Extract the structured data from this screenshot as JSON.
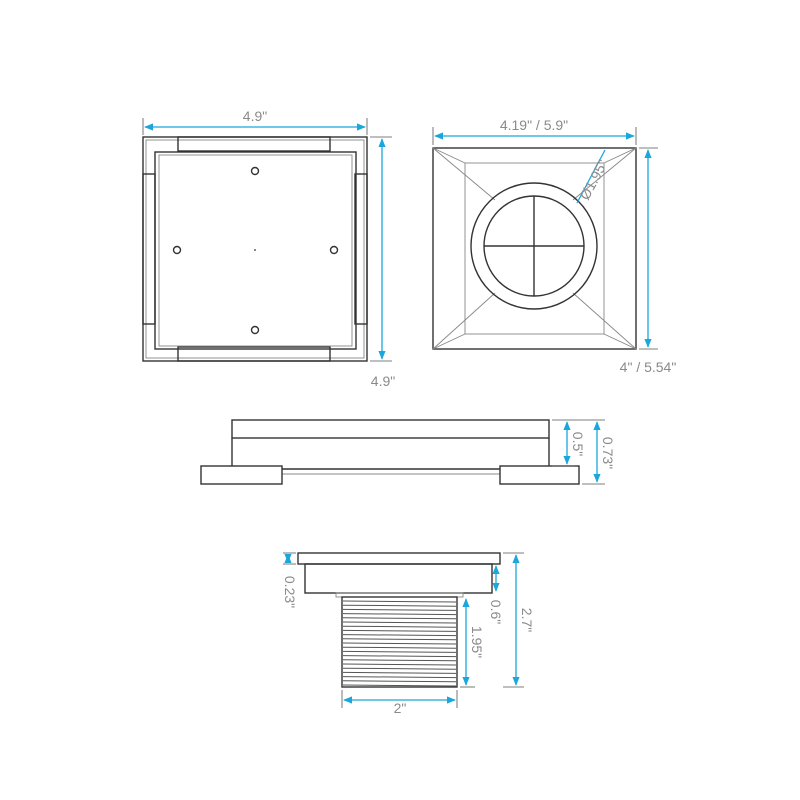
{
  "top_view": {
    "width_label": "4.9\"",
    "height_label": "4.9\""
  },
  "grate_view": {
    "width_label": "4.19\" / 5.9\"",
    "height_label": "4\" / 5.54\"",
    "diameter_label": "Ø1.95\""
  },
  "side_view": {
    "plate_label": "0.5\"",
    "total_label": "0.73\""
  },
  "body_view": {
    "plate_label": "0.23\"",
    "neck_label": "0.6\"",
    "thread_label": "1.95\"",
    "total_label": "2.7\"",
    "width_label": "2\""
  },
  "colors": {
    "dimension": "#1aa7dc",
    "line": "#333333",
    "label": "#8a8a8a"
  }
}
